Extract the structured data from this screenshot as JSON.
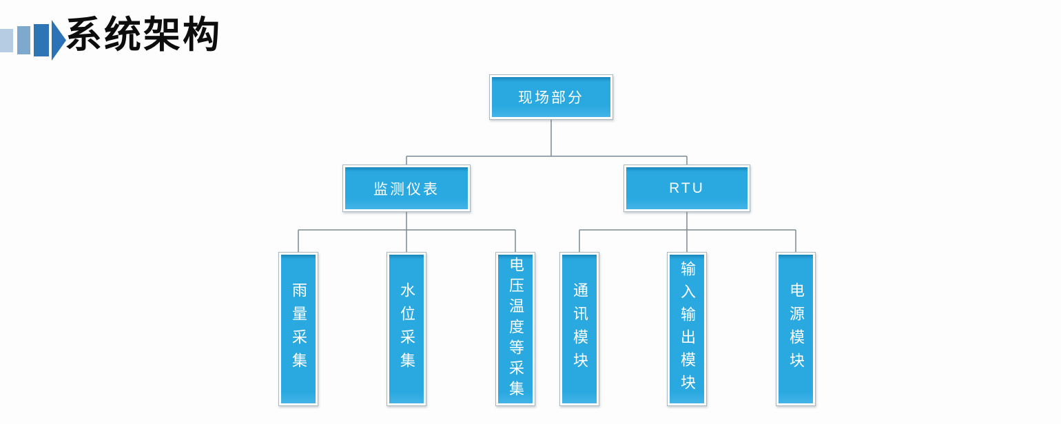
{
  "page": {
    "title": "系统架构"
  },
  "colors": {
    "background": "#fdfdfd",
    "title_color": "#0d0d0d",
    "box_fill": "#29a9e0",
    "box_fill_dark": "#1a86bb",
    "box_fill_light": "#43b3e6",
    "box_border": "#a9b8bf",
    "connector": "#7b8a92",
    "bar1": "#b5cce2",
    "bar2": "#7ea9ce",
    "bar3": "#2e75b6",
    "arrow": "#2b73b6"
  },
  "diagram": {
    "type": "org-chart",
    "root": {
      "label": "现场部分"
    },
    "branches": [
      {
        "label": "监测仪表",
        "children": [
          {
            "label": "雨量采集"
          },
          {
            "label": "水位采集"
          },
          {
            "label": "电压温度等采集"
          }
        ]
      },
      {
        "label": "RTU",
        "children": [
          {
            "label": "通讯模块"
          },
          {
            "label": "输入输出模块"
          },
          {
            "label": "电源模块"
          }
        ]
      }
    ]
  }
}
